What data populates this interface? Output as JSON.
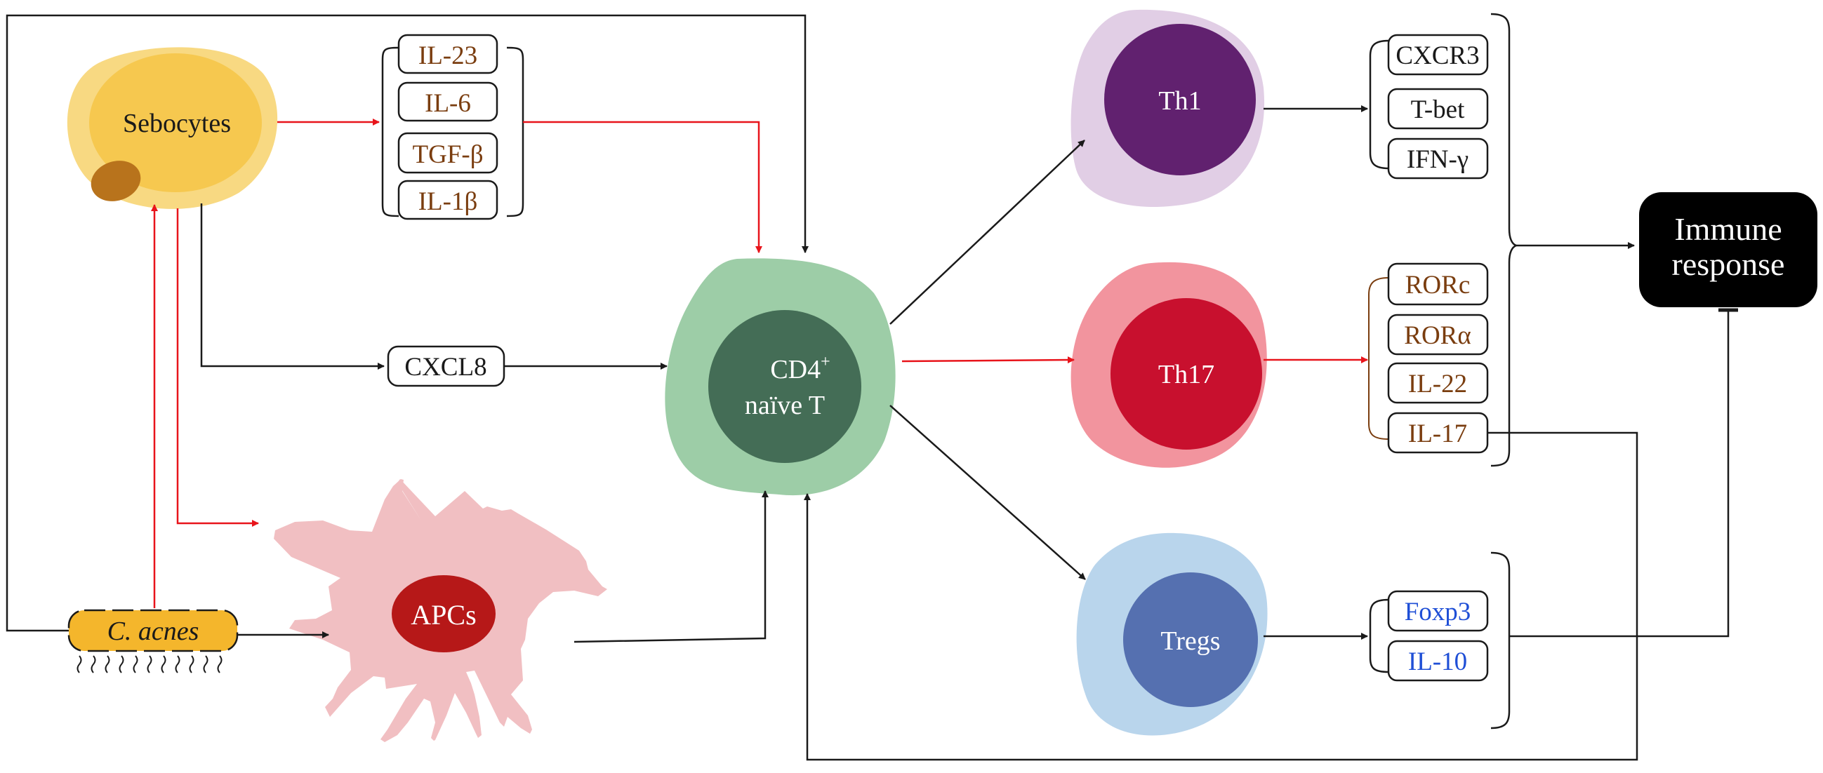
{
  "colors": {
    "black": "#1a1a1a",
    "red": "#e8141b",
    "brown_text": "#7a3d0f",
    "blue_text": "#1f4fd6"
  },
  "nodes": {
    "sebocytes": "Sebocytes",
    "c_acnes": "C. acnes",
    "apcs": "APCs",
    "cd4_line1": "CD4",
    "cd4_sup": "+",
    "cd4_line2": "naïve T",
    "th1": "Th1",
    "th17": "Th17",
    "tregs": "Tregs",
    "immune_line1": "Immune",
    "immune_line2": "response"
  },
  "cytokines_sebocyte": [
    "IL-23",
    "IL-6",
    "TGF-β",
    "IL-1β"
  ],
  "cxcl8": "CXCL8",
  "th1_markers": [
    "CXCR3",
    "T-bet",
    "IFN-γ"
  ],
  "th17_markers": [
    "RORc",
    "RORα",
    "IL-22",
    "IL-17"
  ],
  "treg_markers": [
    "Foxp3",
    "IL-10"
  ]
}
